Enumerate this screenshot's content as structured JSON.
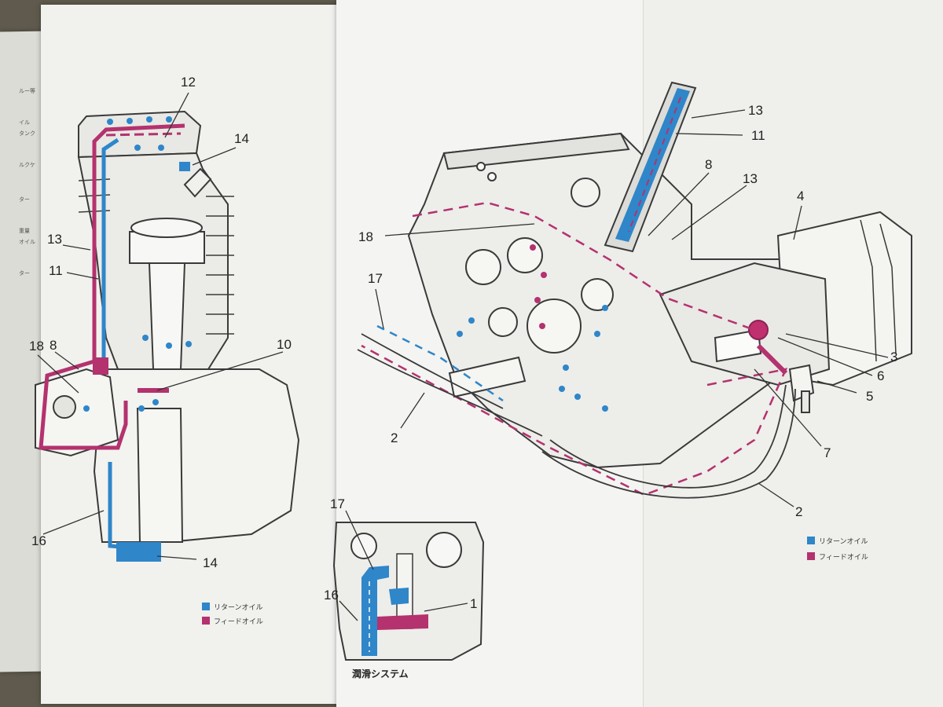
{
  "colors": {
    "return_oil": "#2f86c9",
    "feed_oil": "#b4326e",
    "line": "#3a3a3a",
    "paper": "#f4f4f2"
  },
  "legend": {
    "return_oil": "リターンオイル",
    "feed_oil": "フィードオイル"
  },
  "caption": "潤滑システム",
  "left_callouts": {
    "c12": "12",
    "c14_top": "14",
    "c13": "13",
    "c11": "11",
    "c8": "8",
    "c18": "18",
    "c10": "10",
    "c16": "16",
    "c14_bottom": "14"
  },
  "right_callouts": {
    "c13_top": "13",
    "c11": "11",
    "c8": "8",
    "c13_mid": "13",
    "c4": "4",
    "c18": "18",
    "c17": "17",
    "c3": "3",
    "c6": "6",
    "c5": "5",
    "c2_left": "2",
    "c7": "7",
    "c2_bottom": "2"
  },
  "inset_callouts": {
    "c17": "17",
    "c16": "16",
    "c1": "1"
  },
  "edge_fragments": [
    "ルー等",
    "イル",
    "タンク",
    "ルクケ",
    "ター",
    "重量",
    "オイル",
    "ター"
  ]
}
